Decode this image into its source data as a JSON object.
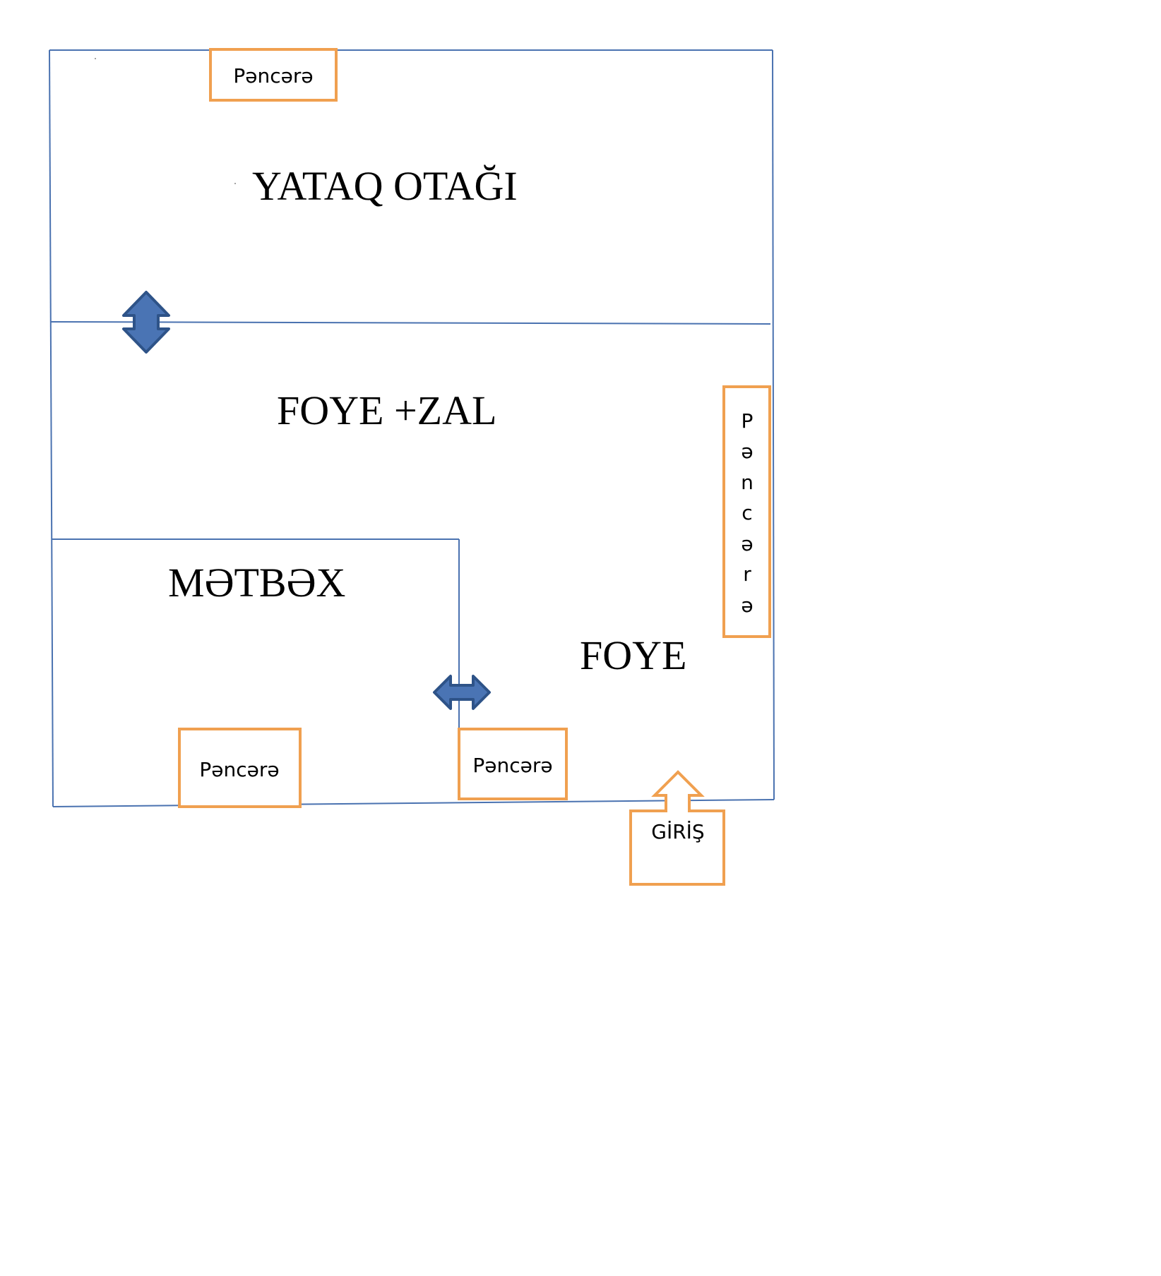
{
  "colors": {
    "wall": "#4a72b0",
    "window_border": "#f0a050",
    "door_arrow_fill": "#4a74b4",
    "door_arrow_stroke": "#2e5388",
    "text": "#000000"
  },
  "rooms": {
    "bedroom": "YATAQ OTAĞI",
    "hall": "FOYE +ZAL",
    "kitchen": "MƏTBƏX",
    "foyer": "FOYE"
  },
  "windows": {
    "top": "Pəncərə",
    "bottom_left": "Pəncərə",
    "bottom_middle": "Pəncərə",
    "right_letters": [
      "P",
      "ə",
      "n",
      "c",
      "ə",
      "r",
      "ə"
    ]
  },
  "entrance": {
    "label": "GİRİŞ"
  }
}
